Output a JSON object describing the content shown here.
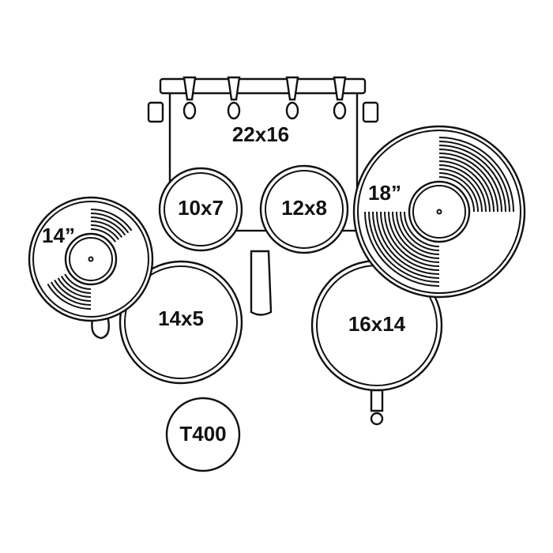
{
  "diagram": {
    "bass_drum": {
      "label": "22x16"
    },
    "tom_left": {
      "label": "10x7"
    },
    "tom_right": {
      "label": "12x8"
    },
    "snare": {
      "label": "14x5"
    },
    "floor_tom": {
      "label": "16x14"
    },
    "hihat_cymbal": {
      "label": "14”"
    },
    "crash_cymbal": {
      "label": "18”"
    },
    "model_badge": {
      "label": "T400"
    },
    "line_color": "#111111",
    "background": "#ffffff"
  }
}
